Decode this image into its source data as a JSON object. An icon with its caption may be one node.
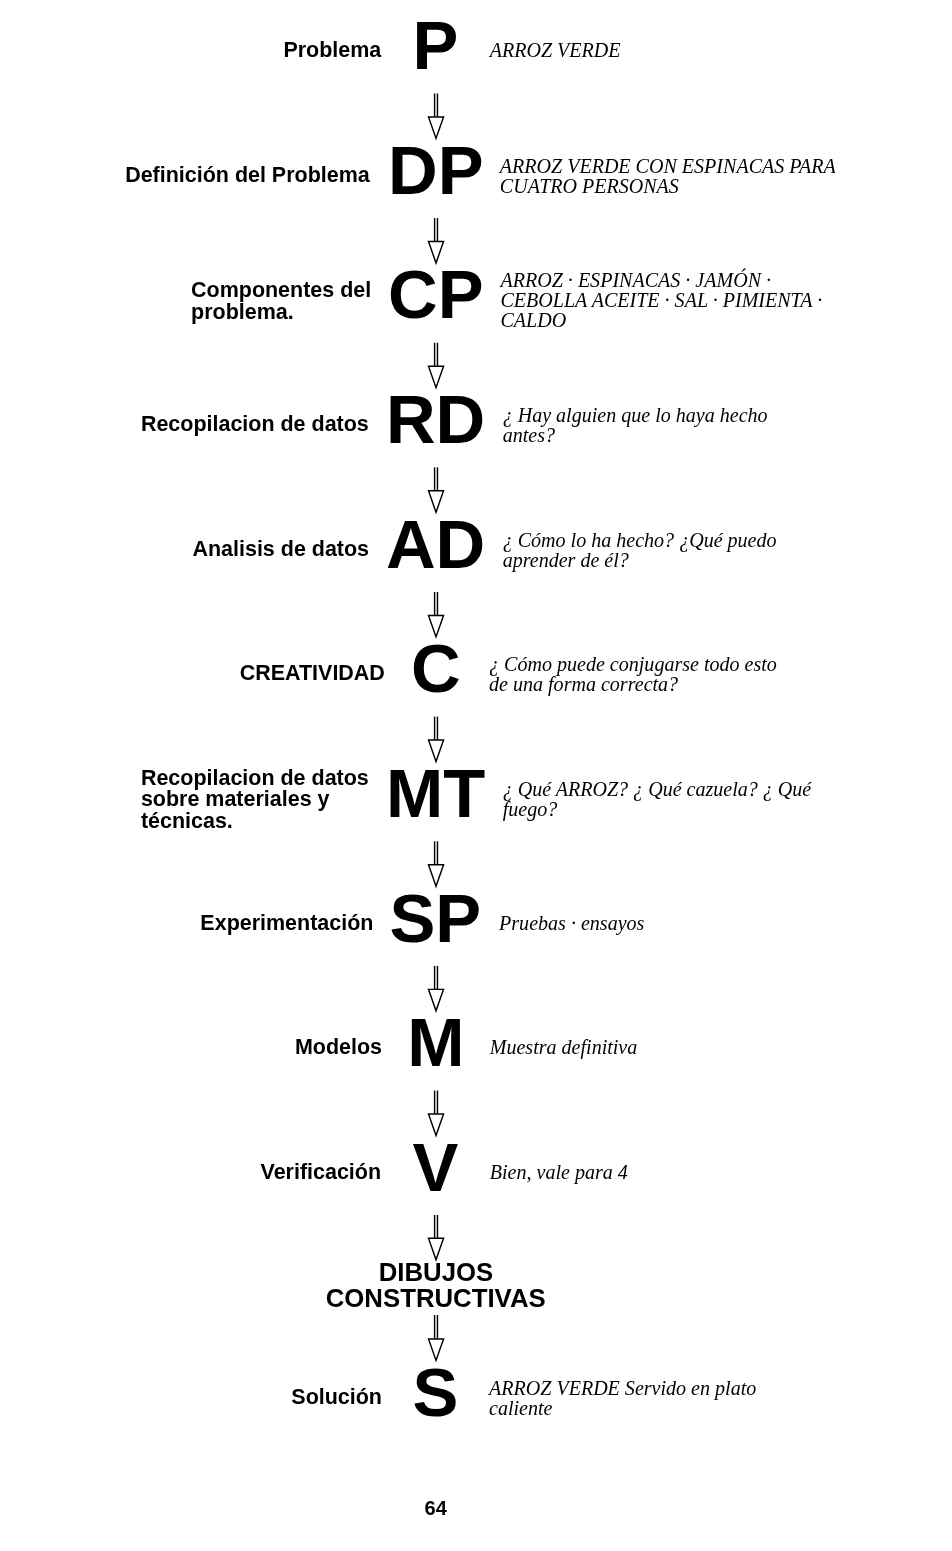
{
  "diagram": {
    "nodes": [
      {
        "text": [
          "P"
        ],
        "beside": [
          "Problema",
          "ARROZ VERDE"
        ]
      },
      {
        "text": [
          "DP"
        ],
        "beside": [
          "Definición del Problema",
          "ARROZ VERDE CON ESPINACAS PARA CUATRO PERSONAS"
        ]
      },
      {
        "text": [
          "CP"
        ],
        "beside": [
          "Componentes del problema.",
          "ARROZ · ESPINACAS · JAMÓN · CEBOLLA ACEITE · SAL · PIMIENTA · CALDO"
        ]
      },
      {
        "text": [
          "RD"
        ],
        "beside": [
          "Recopilacion de datos",
          "¿ Hay alguien que lo haya hecho antes?"
        ]
      },
      {
        "text": [
          "AD"
        ],
        "beside": [
          "Analisis de datos",
          "¿ Cómo lo ha hecho? ¿Qué puedo aprender de él?"
        ]
      },
      {
        "text": [
          "C"
        ],
        "beside": [
          "CREATIVIDAD",
          "¿ Cómo puede conjugarse todo esto de una forma correcta?"
        ]
      },
      {
        "text": [
          "MT"
        ],
        "beside": [
          "Recopilacion de datos sobre materiales y técnicas.",
          "¿ Qué ARROZ? ¿ Qué cazuela? ¿ Qué fuego?"
        ]
      },
      {
        "text": [
          "SP"
        ],
        "beside": [
          "Experimentación",
          "Pruebas · ensayos"
        ]
      },
      {
        "text": [
          "M"
        ],
        "beside": [
          "Modelos",
          "Muestra definitiva"
        ]
      },
      {
        "text": [
          "V"
        ],
        "beside": [
          "Verificación",
          "Bien, vale para 4"
        ]
      },
      {
        "text": [
          "DIBUJOS CONSTRUCTIVAS"
        ]
      },
      {
        "text": [
          "S"
        ],
        "beside": [
          "Solución",
          "ARROZ VERDE Servido en plato caliente"
        ]
      }
    ],
    "edges": [
      {
        "from": 0,
        "to": 1,
        "arrow": "to"
      },
      {
        "from": 1,
        "to": 2,
        "arrow": "to"
      },
      {
        "from": 2,
        "to": 3,
        "arrow": "to"
      },
      {
        "from": 3,
        "to": 4,
        "arrow": "to"
      },
      {
        "from": 4,
        "to": 5,
        "arrow": "to"
      },
      {
        "from": 5,
        "to": 6,
        "arrow": "to"
      },
      {
        "from": 6,
        "to": 7,
        "arrow": "to"
      },
      {
        "from": 7,
        "to": 8,
        "arrow": "to"
      },
      {
        "from": 8,
        "to": 9,
        "arrow": "to"
      },
      {
        "from": 9,
        "to": 10,
        "arrow": "to"
      },
      {
        "from": 10,
        "to": 11,
        "arrow": "to"
      }
    ],
    "labels": [
      "64"
    ]
  }
}
